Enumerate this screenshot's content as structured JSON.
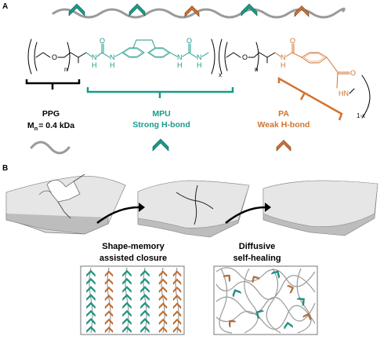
{
  "panels": {
    "a": "A",
    "b": "B"
  },
  "colors": {
    "teal": "#1a9a8a",
    "orange": "#d2732f",
    "gray": "#8a8a8a",
    "black": "#000000"
  },
  "segments": {
    "ppg": {
      "line1": "PPG",
      "line2_prefix": "M",
      "line2_sub": "n",
      "line2_suffix": "= 0.4 kDa"
    },
    "mpu": {
      "line1": "MPU",
      "line2": "Strong H-bond"
    },
    "pa": {
      "line1": "PA",
      "line2": "Weak H-bond"
    }
  },
  "chemistry": {
    "n1": "n",
    "n2": "n",
    "x": "x",
    "one_minus_x": "1-x",
    "O1": "O",
    "O2": "O",
    "NH1": "N",
    "H1": "H",
    "NH2": "N",
    "H2": "H",
    "NH3": "N",
    "H3": "H",
    "NH4": "N",
    "H4": "H",
    "O_urea1": "O",
    "O_urea2": "O",
    "O_amide1": "O",
    "O_amide2": "O",
    "HN_terminal": "HN",
    "N_amide": "N",
    "H_amide": "H"
  },
  "healing": {
    "step1": {
      "line1": "Shape-memory",
      "line2": "assisted closure"
    },
    "step2": {
      "line1": "Diffusive",
      "line2": "self-healing"
    }
  },
  "icons": [
    "teal-chevron",
    "orange-chevron",
    "wavy-chain",
    "curved-arrow",
    "surface-sheet"
  ]
}
